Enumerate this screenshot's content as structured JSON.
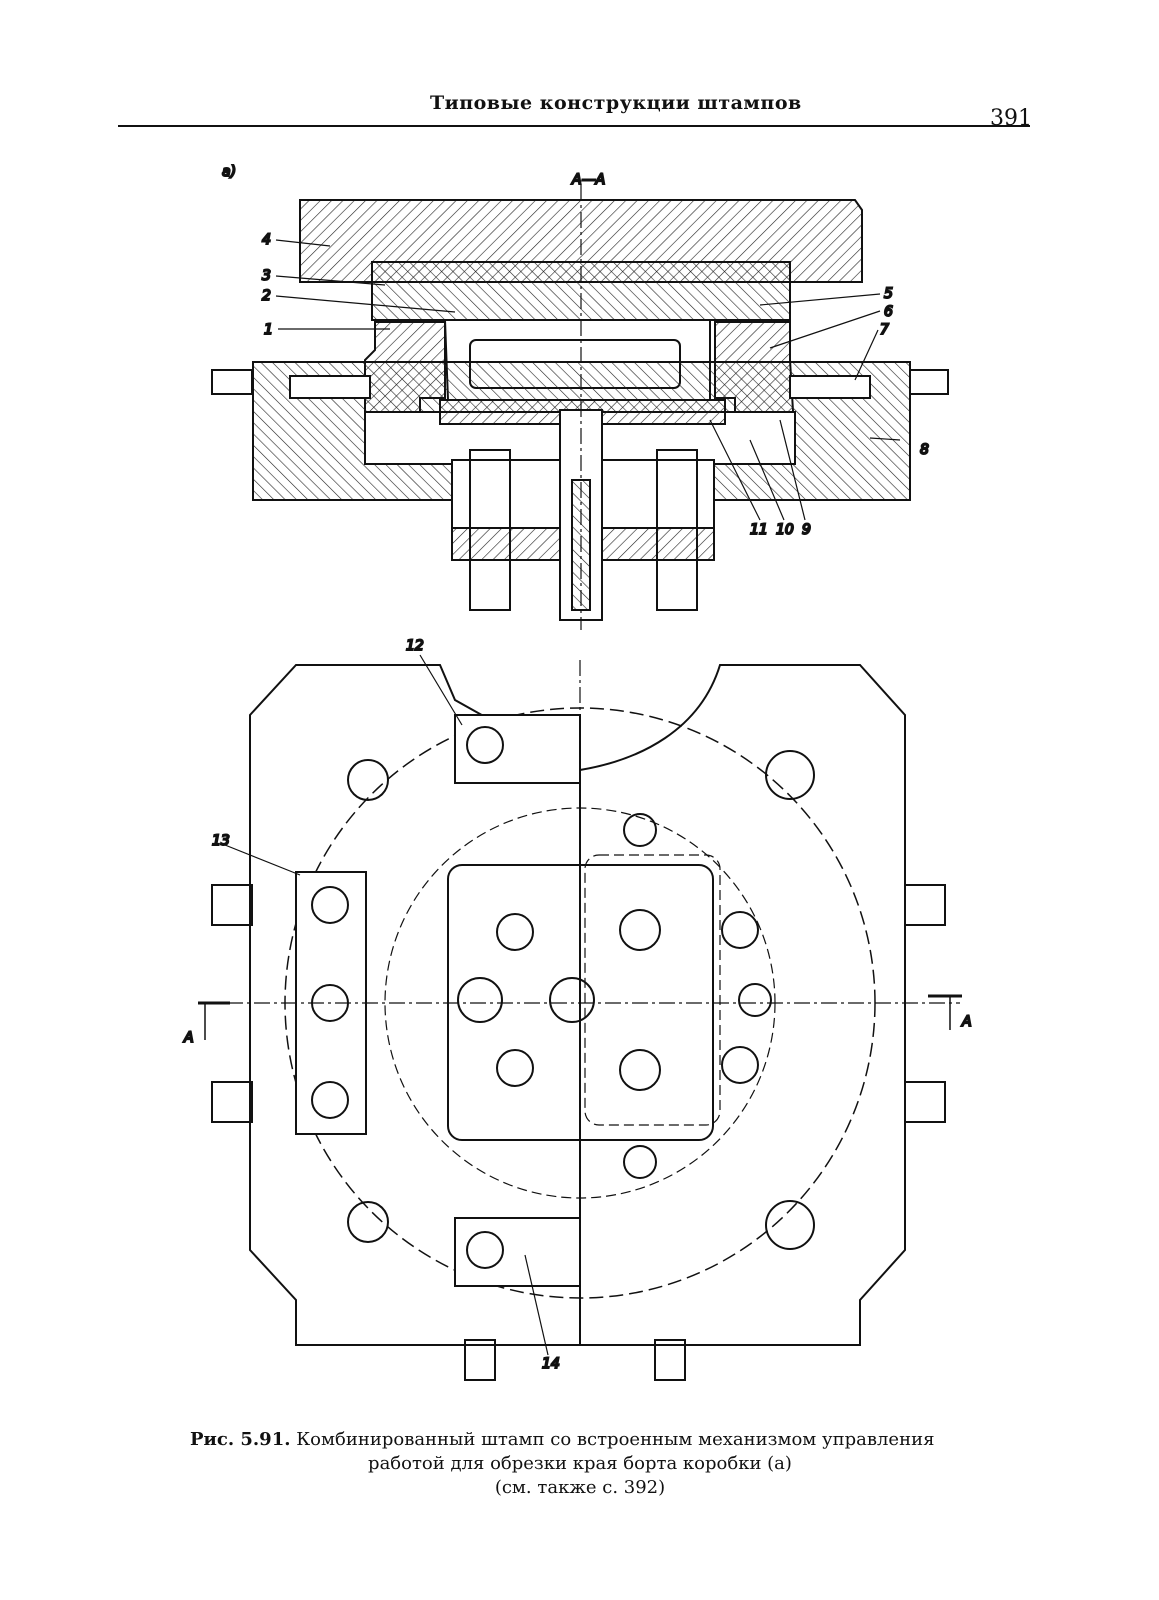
{
  "header": {
    "running_title": "Типовые конструкции штампов",
    "page_number": "391"
  },
  "figure": {
    "view_a_label": "а)",
    "section_label": "А—А",
    "callouts_section": [
      "4",
      "3",
      "2",
      "1",
      "5",
      "6",
      "7",
      "8",
      "11",
      "10",
      "9"
    ],
    "callouts_plan": [
      "12",
      "13",
      "14"
    ],
    "cut_marker_left": "A",
    "cut_marker_right": "A"
  },
  "caption": {
    "fig_number": "Рис. 5.91.",
    "line1": "Комбинированный штамп со встроенным механизмом управления",
    "line2": "работой для обрезки края борта коробки (а)",
    "line3": "(см. также с. 392)"
  }
}
